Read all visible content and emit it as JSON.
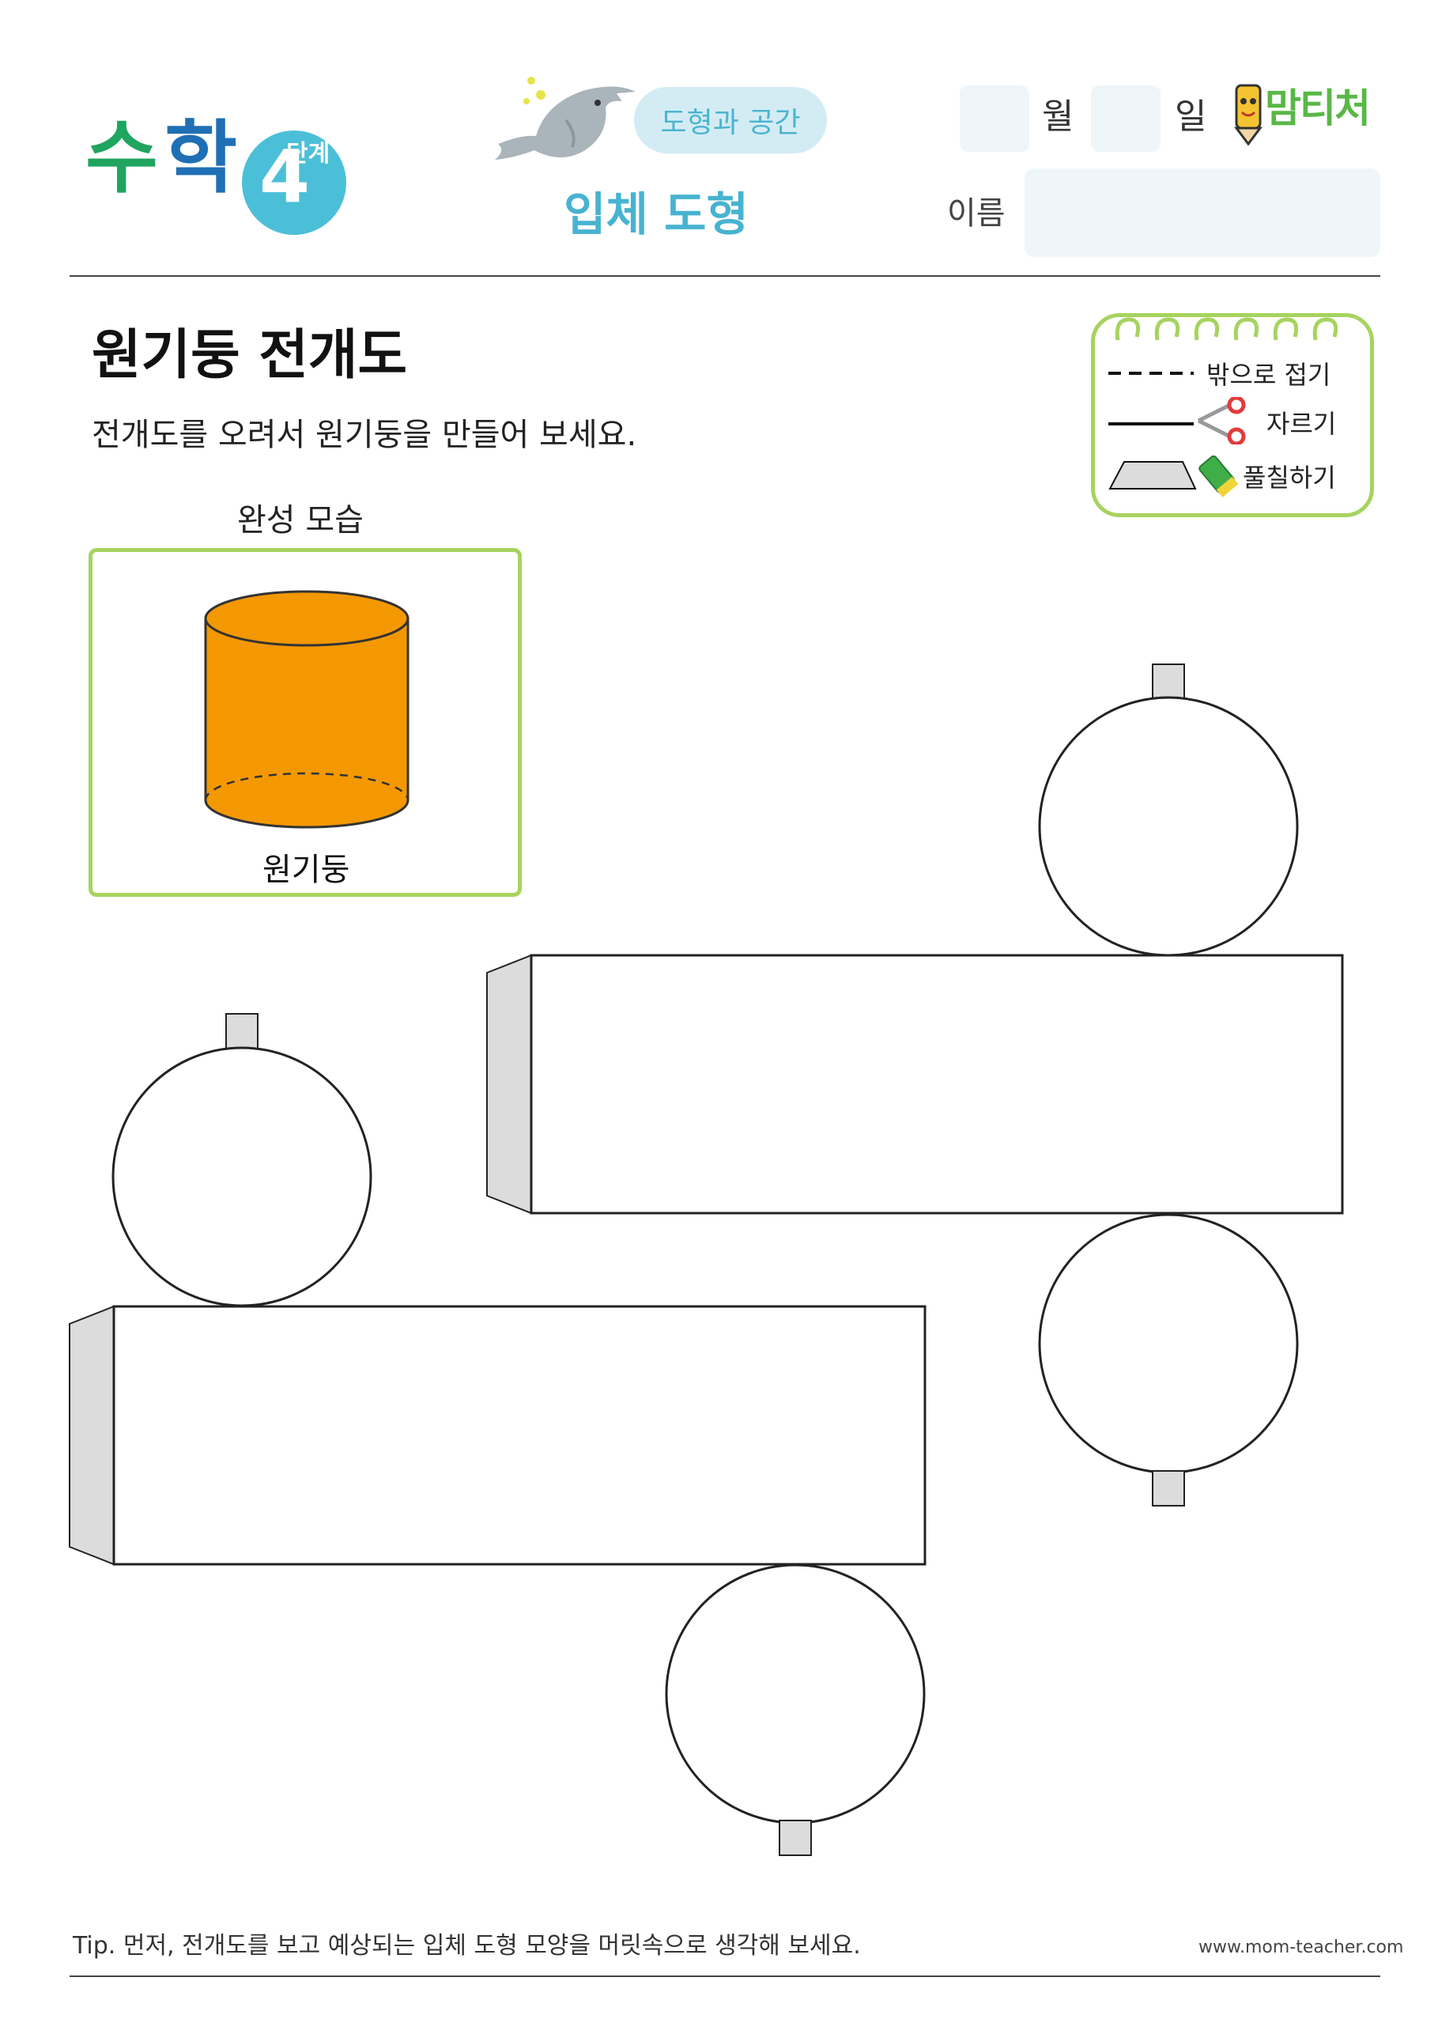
{
  "header": {
    "logo_su": "수",
    "logo_hak": "학",
    "level_number": "4",
    "level_word": "단계",
    "topic": "도형과 공간",
    "unit_title": "입체 도형",
    "month_label": "월",
    "day_label": "일",
    "name_label": "이름",
    "brand": "맘티처"
  },
  "main": {
    "title": "원기둥 전개도",
    "instruction": "전개도를 오려서 원기둥을 만들어 보세요.",
    "preview_label": "완성 모습",
    "shape_name": "원기둥"
  },
  "legend": {
    "fold_label": "밖으로 접기",
    "cut_label": "자르기",
    "glue_label": "풀칠하기"
  },
  "footer": {
    "tip": "Tip. 먼저, 전개도를 보고 예상되는 입체 도형 모양을 머릿속으로 생각해 보세요.",
    "url": "www.mom-teacher.com"
  },
  "colors": {
    "cylinder_fill": "#f39800",
    "frame_green": "#a6d35f",
    "accent_blue": "#47b3d0",
    "glue_gray": "#dcdcdc"
  }
}
